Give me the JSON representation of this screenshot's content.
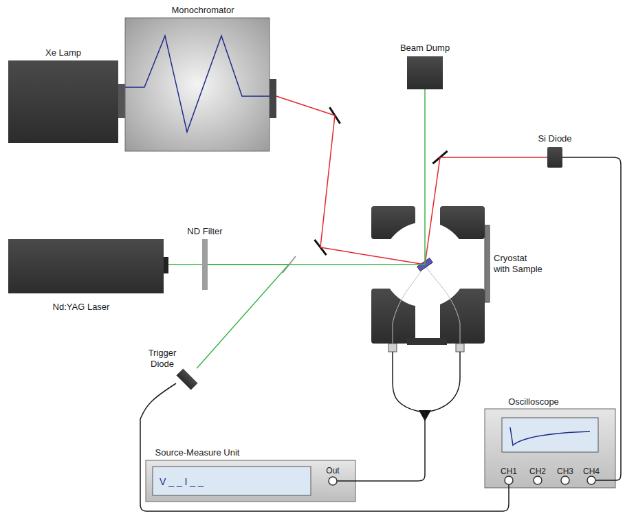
{
  "diagram": {
    "nodes": [
      {
        "text": [
          "Xe Lamp"
        ]
      },
      {
        "text": [
          "Monochromator"
        ]
      },
      {
        "text": [
          "Beam Dump"
        ]
      },
      {
        "text": [
          "Si Diode"
        ]
      },
      {
        "text": [
          "Nd:YAG Laser"
        ]
      },
      {
        "text": [
          "ND Filter"
        ]
      },
      {
        "text": [
          "Cryostat with Sample"
        ]
      },
      {
        "text": [
          "Trigger Diode"
        ]
      },
      {
        "text": [
          "Source-Measure Unit",
          "V _ _ I _ _",
          "Out"
        ]
      },
      {
        "text": [
          "Oscilloscope",
          "CH1",
          "CH2",
          "CH3",
          "CH4"
        ]
      }
    ],
    "edges": [
      {
        "from": 1,
        "to": 6,
        "arrow": "none"
      },
      {
        "from": 6,
        "to": 3,
        "arrow": "none"
      },
      {
        "from": 4,
        "to": 5,
        "arrow": "none"
      },
      {
        "from": 5,
        "to": 6,
        "arrow": "none"
      },
      {
        "from": 5,
        "to": 7,
        "arrow": "none"
      },
      {
        "from": 6,
        "to": 2,
        "arrow": "none"
      },
      {
        "from": 7,
        "to": 9,
        "arrow": "none"
      },
      {
        "from": 6,
        "to": 8,
        "arrow": "none"
      },
      {
        "from": 3,
        "to": 9,
        "arrow": "none"
      }
    ]
  }
}
